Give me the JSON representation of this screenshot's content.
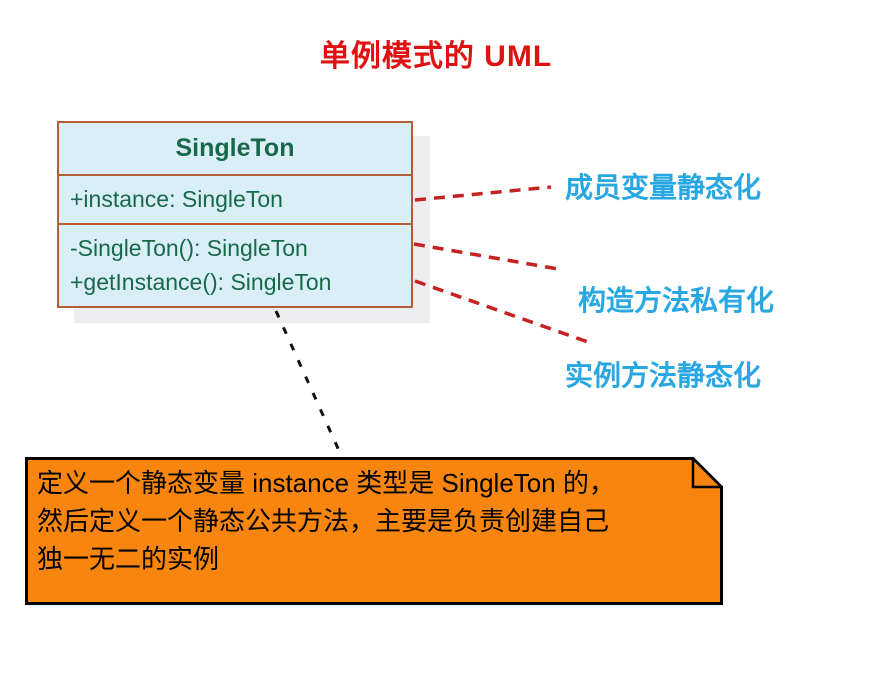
{
  "title": "单例模式的 UML",
  "uml_class": {
    "name": "SingleTon",
    "attributes": [
      "+instance: SingleTon"
    ],
    "methods": [
      "-SingleTon(): SingleTon",
      "+getInstance(): SingleTon"
    ]
  },
  "annotations": [
    {
      "label": "成员变量静态化"
    },
    {
      "label": "构造方法私有化"
    },
    {
      "label": "实例方法静态化"
    }
  ],
  "note": {
    "lines": [
      "定义一个静态变量 instance 类型是 SingleTon 的，",
      "然后定义一个静态公共方法，主要是负责创建自己",
      "独一无二的实例"
    ]
  },
  "colors": {
    "title_red": "#e01111",
    "class_border": "#b85c35",
    "class_bg": "#daeef8",
    "class_text": "#17694a",
    "annotation_cyan": "#29a7e2",
    "connector_red": "#c52222",
    "connector_black": "#111111",
    "note_orange": "#f8860e",
    "note_border": "#000000"
  }
}
